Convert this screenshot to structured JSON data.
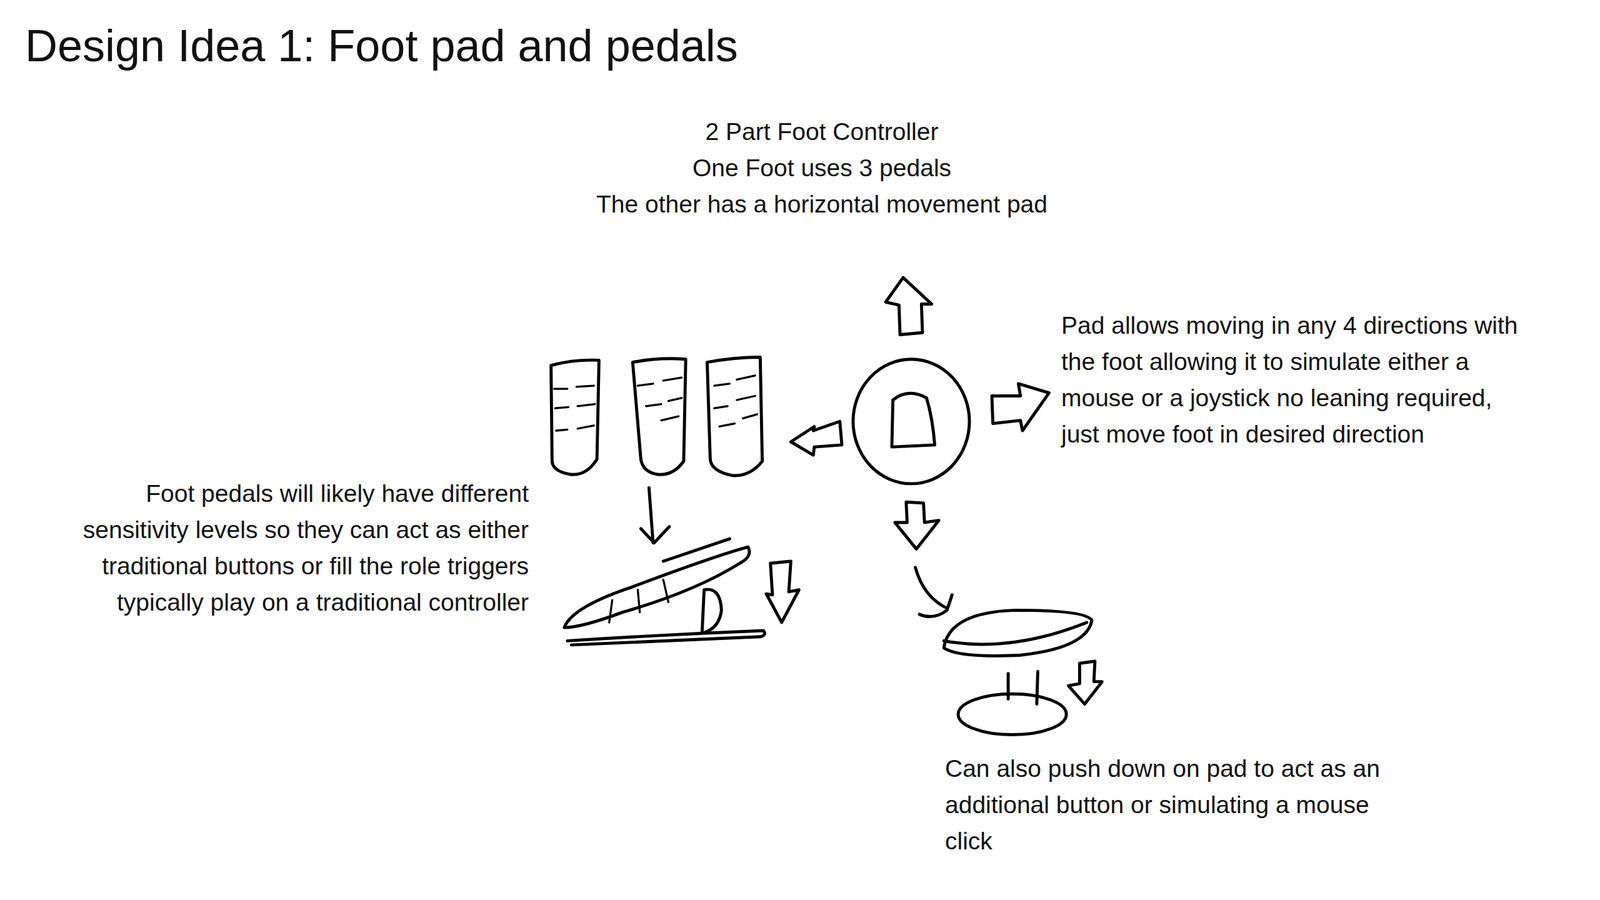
{
  "diagram": {
    "title": "Design Idea 1: Foot pad and pedals",
    "labels": [
      "2 Part Foot Controller",
      "One Foot uses 3 pedals",
      "The other has a horizontal movement pad",
      "Pad allows moving in any 4 directions with the foot allowing it to simulate either a mouse or a joystick no leaning required, just move foot in desired direction",
      "Foot pedals will likely have different sensitivity levels so they can act as either traditional buttons or fill the role triggers typically play on a traditional controller",
      "Can also push down on pad to act as an additional button or simulating a mouse click"
    ]
  }
}
